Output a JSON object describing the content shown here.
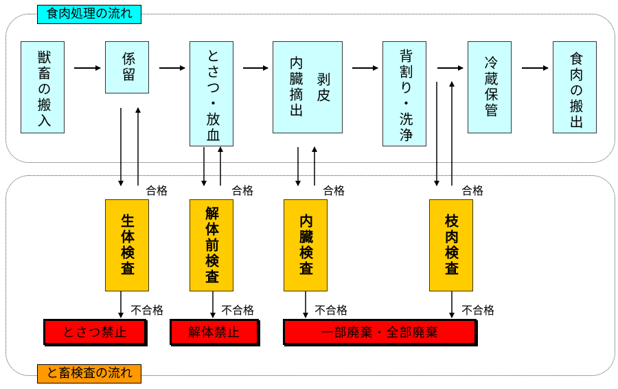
{
  "titles": {
    "meat_flow": "食肉処理の流れ",
    "inspection_flow": "と畜検査の流れ"
  },
  "steps": {
    "s1": "獣畜の搬入",
    "s2": "係留",
    "s3": "とさつ・放血",
    "s4a": "剥皮",
    "s4b": "内臓摘出",
    "s5": "背割り・洗浄",
    "s6": "冷蔵保管",
    "s7": "食肉の搬出"
  },
  "inspections": {
    "i1": "生体検査",
    "i2": "解体前検査",
    "i3": "内臓検査",
    "i4": "枝肉検査"
  },
  "labels": {
    "pass": "合格",
    "fail": "不合格"
  },
  "results": {
    "r1": "とさつ禁止",
    "r2": "解体禁止",
    "r3": "一部廃棄・全部廃棄"
  },
  "colors": {
    "process_box": "#ccffff",
    "inspection_box": "#ffcc00",
    "result_box": "#ff0000",
    "meat_flow_tag": "#00ffff",
    "inspection_flow_tag": "#ff9900"
  }
}
